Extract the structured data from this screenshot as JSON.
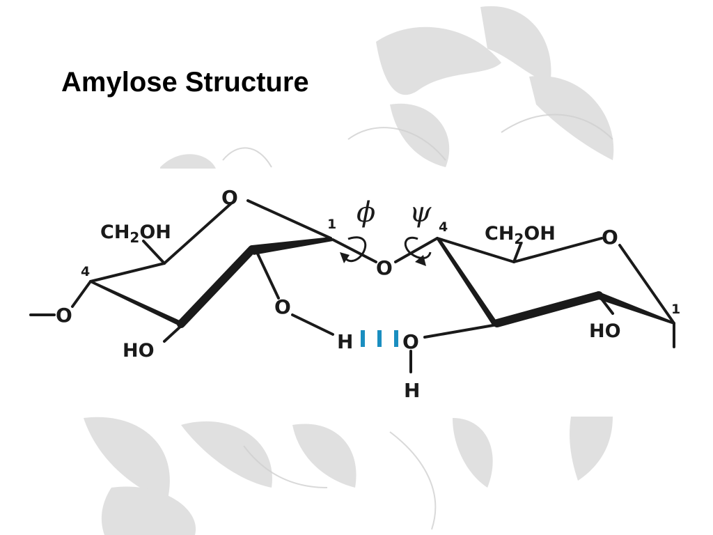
{
  "slide": {
    "title": "Amylose Structure"
  },
  "diagram": {
    "left_residue": {
      "ring_oxygen": "O",
      "ch2oh": {
        "pre": "CH",
        "sub": "2",
        "post": "OH"
      },
      "c4_number": "4",
      "c1_number": "1",
      "o2": "O",
      "ho3": "HO",
      "link_oxygen": "O",
      "link_dash": "—"
    },
    "glycosidic": {
      "phi": "ϕ",
      "psi": "ψ",
      "oxygen": "O"
    },
    "hbond": {
      "donor_h": "H",
      "acceptor_o": "O",
      "acceptor_h": "H",
      "color": "#1a8ec0"
    },
    "right_residue": {
      "c4_number": "4",
      "ch2oh": {
        "pre": "CH",
        "sub": "2",
        "post": "OH"
      },
      "ring_oxygen": "O",
      "ho": "HO",
      "c1_number": "1"
    }
  }
}
